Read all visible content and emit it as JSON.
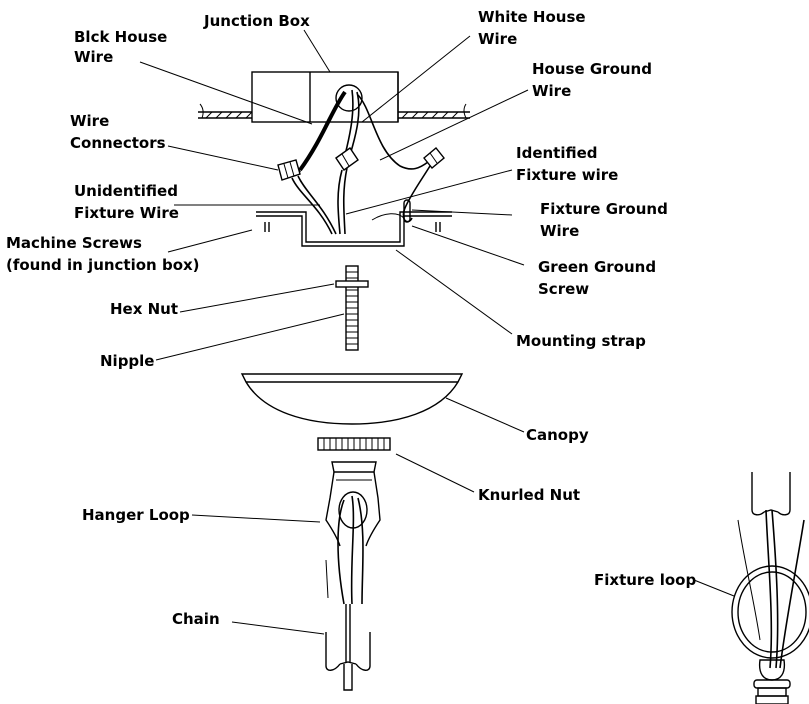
{
  "labels": {
    "junction_box": "Junction Box",
    "blck_house_wire_1": "Blck House",
    "blck_house_wire_2": "Wire",
    "white_house_wire_1": "White House",
    "white_house_wire_2": "Wire",
    "house_ground_wire_1": "House Ground",
    "house_ground_wire_2": "Wire",
    "wire_connectors_1": "Wire",
    "wire_connectors_2": "Connectors",
    "identified_fixture_wire_1": "Identified",
    "identified_fixture_wire_2": "Fixture wire",
    "unidentified_fixture_wire_1": "Unidentified",
    "unidentified_fixture_wire_2": "Fixture Wire",
    "fixture_ground_wire_1": "Fixture Ground",
    "fixture_ground_wire_2": "Wire",
    "machine_screws_1": "Machine Screws",
    "machine_screws_2": "(found in junction box)",
    "green_ground_screw_1": "Green Ground",
    "green_ground_screw_2": "Screw",
    "hex_nut": "Hex Nut",
    "mounting_strap": "Mounting strap",
    "nipple": "Nipple",
    "canopy": "Canopy",
    "knurled_nut": "Knurled Nut",
    "hanger_loop": "Hanger Loop",
    "chain": "Chain",
    "fixture_loop": "Fixture loop"
  }
}
